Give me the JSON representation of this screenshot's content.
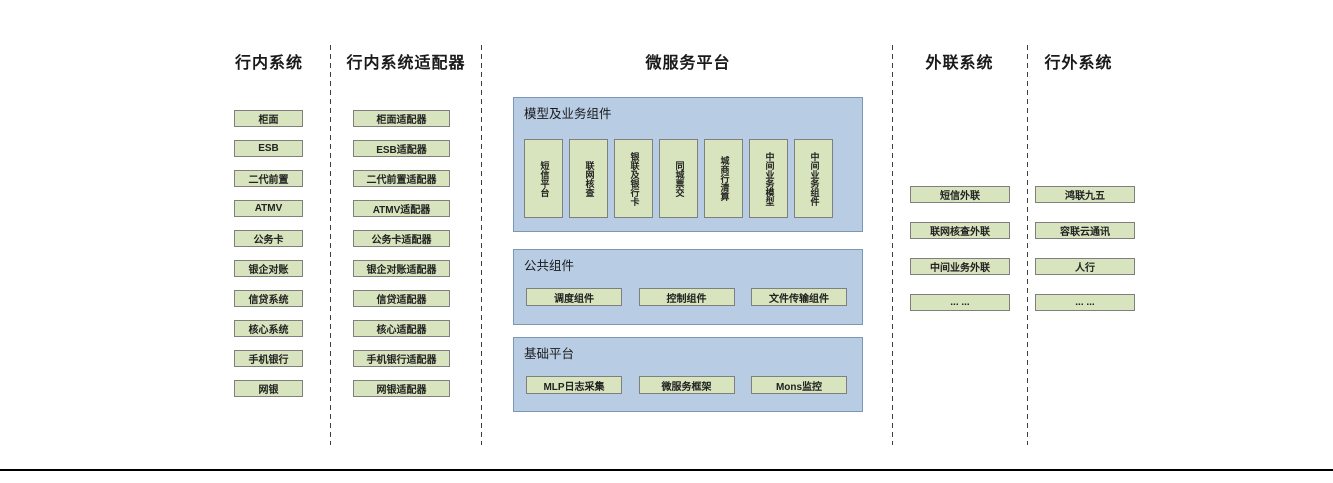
{
  "headers": {
    "inbank": "行内系统",
    "adapters": "行内系统适配器",
    "platform": "微服务平台",
    "external_link": "外联系统",
    "outbank": "行外系统"
  },
  "inbank_systems": [
    "柜面",
    "ESB",
    "二代前置",
    "ATMV",
    "公务卡",
    "银企对账",
    "信贷系统",
    "核心系统",
    "手机银行",
    "网银"
  ],
  "adapter_items": [
    "柜面适配器",
    "ESB适配器",
    "二代前置适配器",
    "ATMV适配器",
    "公务卡适配器",
    "银企对账适配器",
    "信贷适配器",
    "核心适配器",
    "手机银行适配器",
    "网银适配器"
  ],
  "platform": {
    "model_panel": {
      "label": "模型及业务组件",
      "items": [
        "短信平台",
        "联网核查",
        "银联及银行卡",
        "同城票交",
        "城商行清算",
        "中间业务模型",
        "中间业务组件"
      ]
    },
    "common_panel": {
      "label": "公共组件",
      "items": [
        "调度组件",
        "控制组件",
        "文件传输组件"
      ]
    },
    "base_panel": {
      "label": "基础平台",
      "items": [
        "MLP日志采集",
        "微服务框架",
        "Mons监控"
      ]
    }
  },
  "external_link_items": [
    "短信外联",
    "联网核查外联",
    "中间业务外联",
    "... ..."
  ],
  "outbank_items": [
    "鸿联九五",
    "容联云通讯",
    "人行",
    "... ..."
  ],
  "colors": {
    "node_fill": "#d7e4bd",
    "node_border": "#7f7f7f",
    "panel_fill": "#b8cce4",
    "panel_border": "#7c96b5",
    "divider": "#3d3d3d",
    "bottom_rule": "#000000"
  }
}
